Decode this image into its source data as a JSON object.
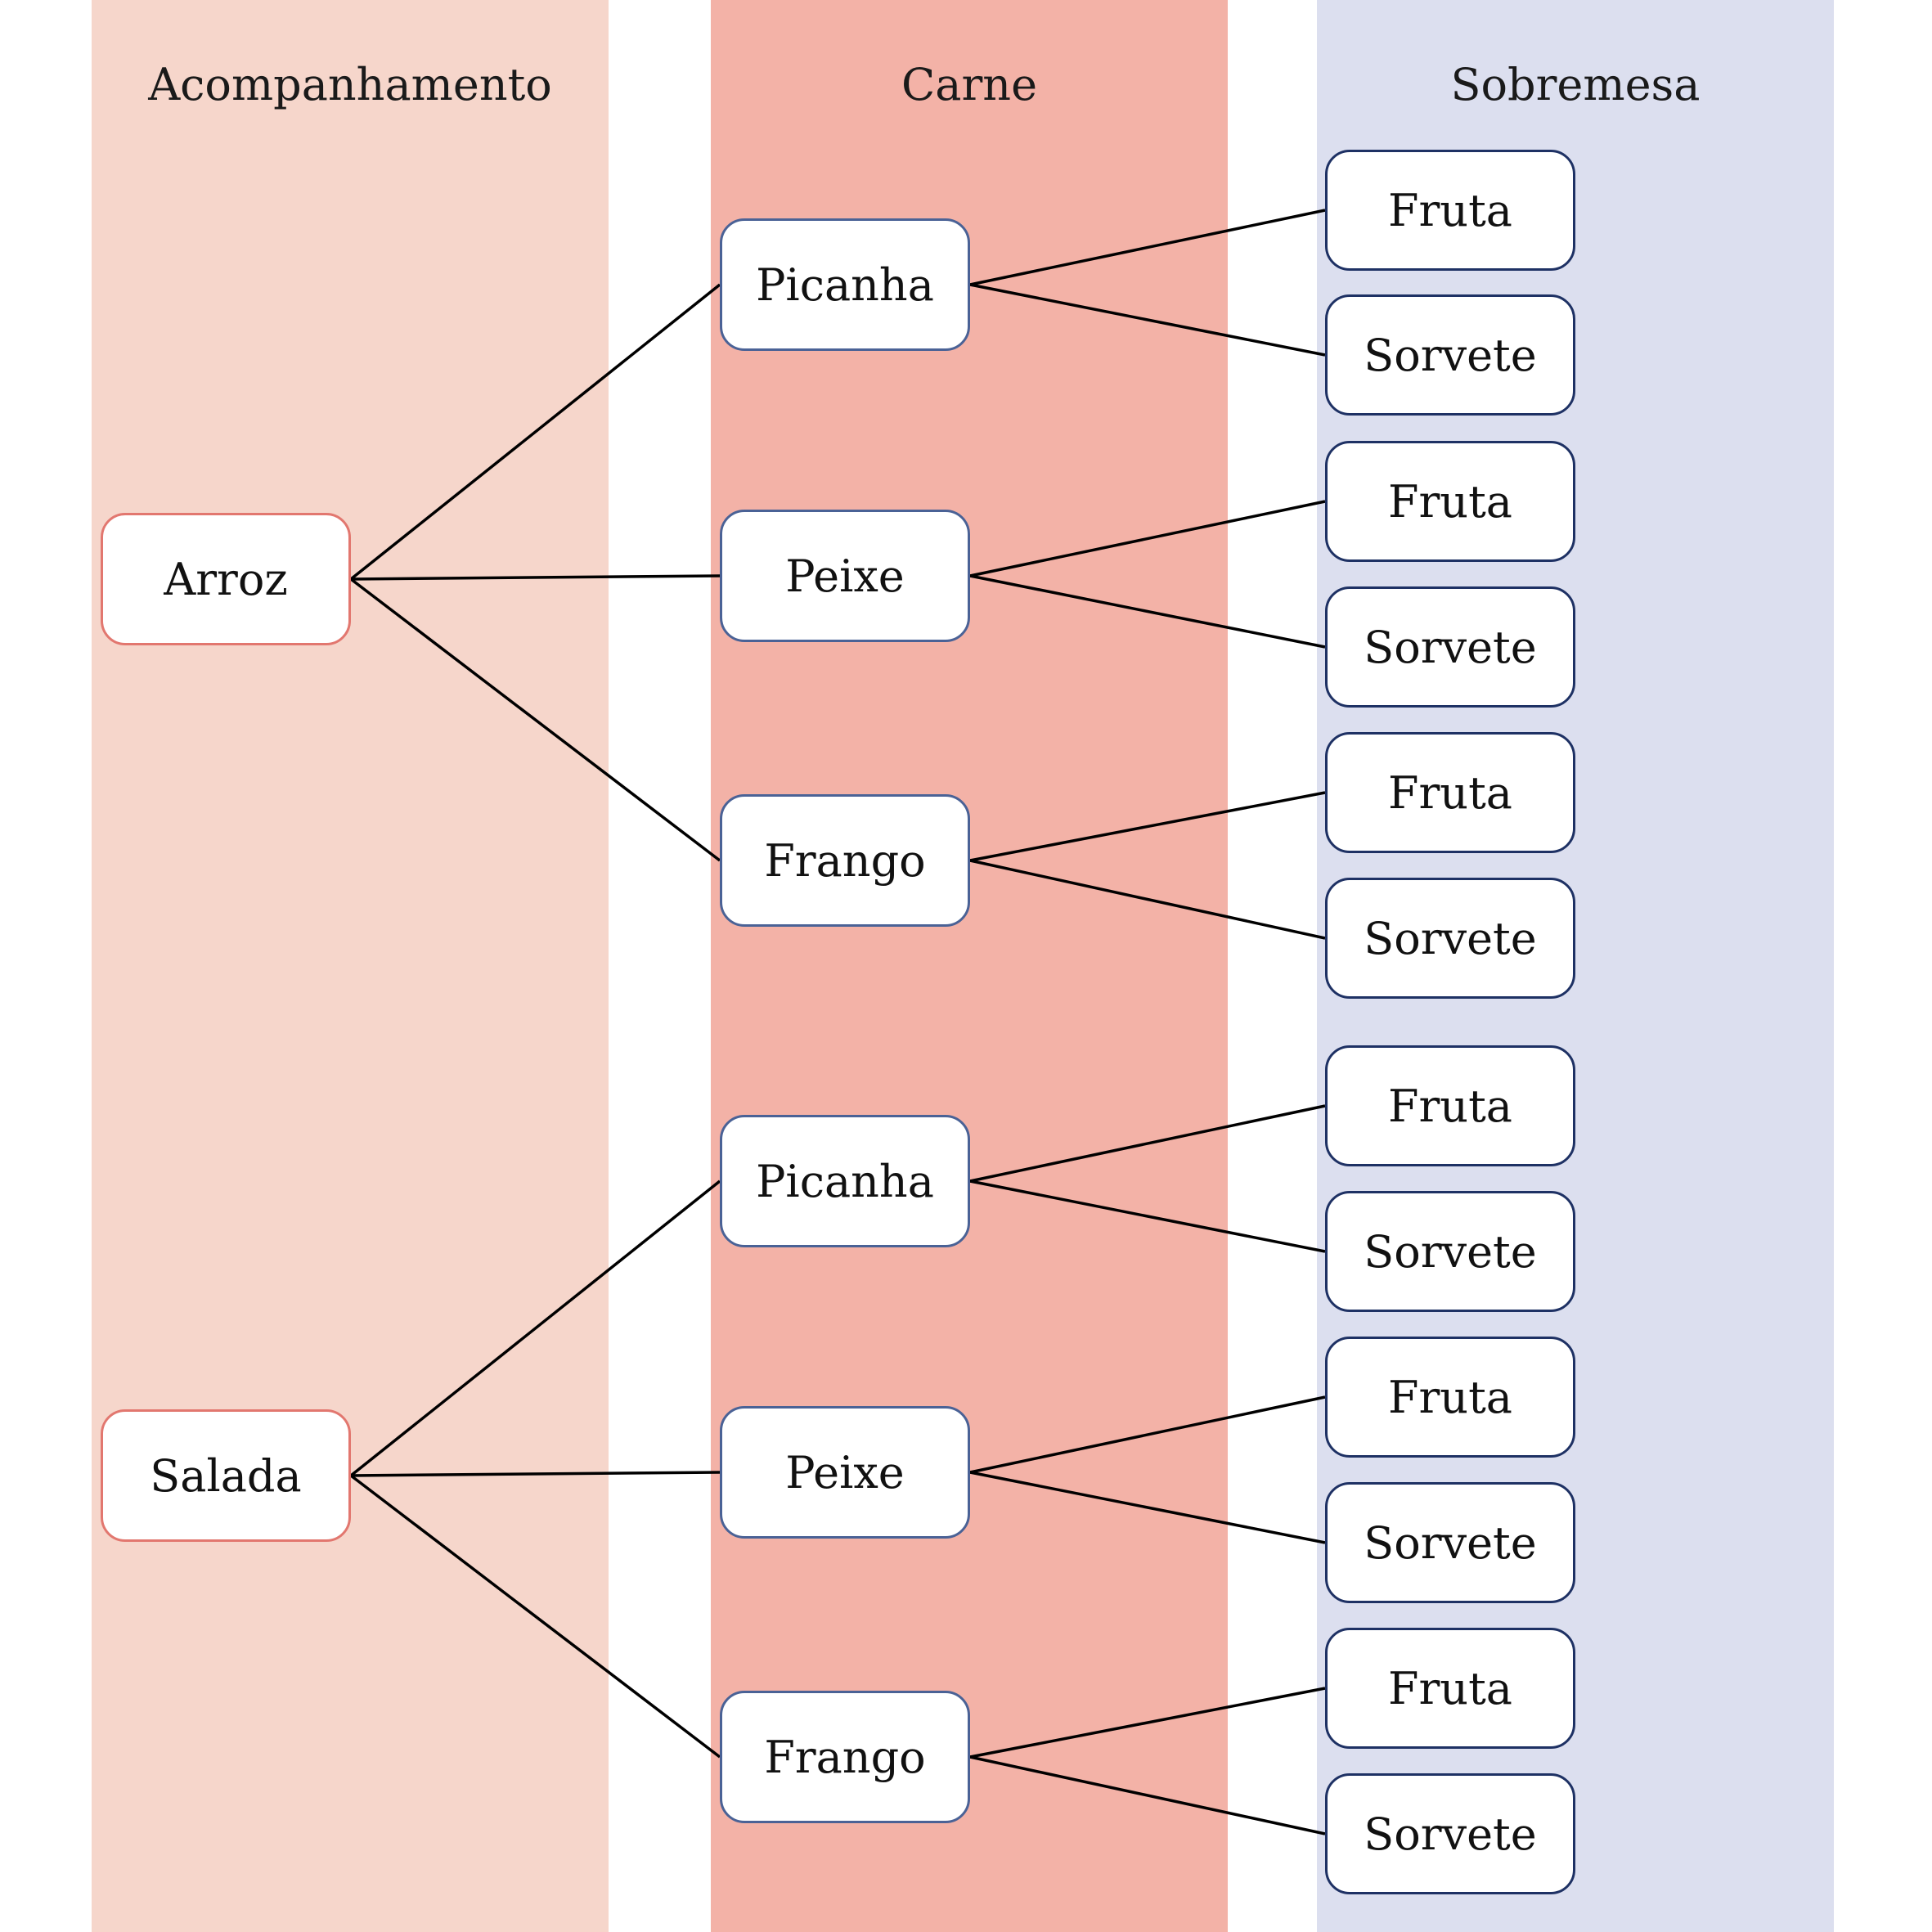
{
  "colors": {
    "accompaniment_bg": "#f6d6cb",
    "meat_bg": "#f3b2a7",
    "dessert_bg": "#dcdfef",
    "side_border": "#e2776f",
    "meat_border": "#4a6296",
    "dessert_border": "#1e3164",
    "edge": "#000000"
  },
  "columns": {
    "accompaniment": "Acompanhamento",
    "meat": "Carne",
    "dessert": "Sobremesa"
  },
  "tree": [
    {
      "side": "Arroz",
      "meats": [
        {
          "label": "Picanha",
          "desserts": [
            "Fruta",
            "Sorvete"
          ]
        },
        {
          "label": "Peixe",
          "desserts": [
            "Fruta",
            "Sorvete"
          ]
        },
        {
          "label": "Frango",
          "desserts": [
            "Fruta",
            "Sorvete"
          ]
        }
      ]
    },
    {
      "side": "Salada",
      "meats": [
        {
          "label": "Picanha",
          "desserts": [
            "Fruta",
            "Sorvete"
          ]
        },
        {
          "label": "Peixe",
          "desserts": [
            "Fruta",
            "Sorvete"
          ]
        },
        {
          "label": "Frango",
          "desserts": [
            "Fruta",
            "Sorvete"
          ]
        }
      ]
    }
  ]
}
